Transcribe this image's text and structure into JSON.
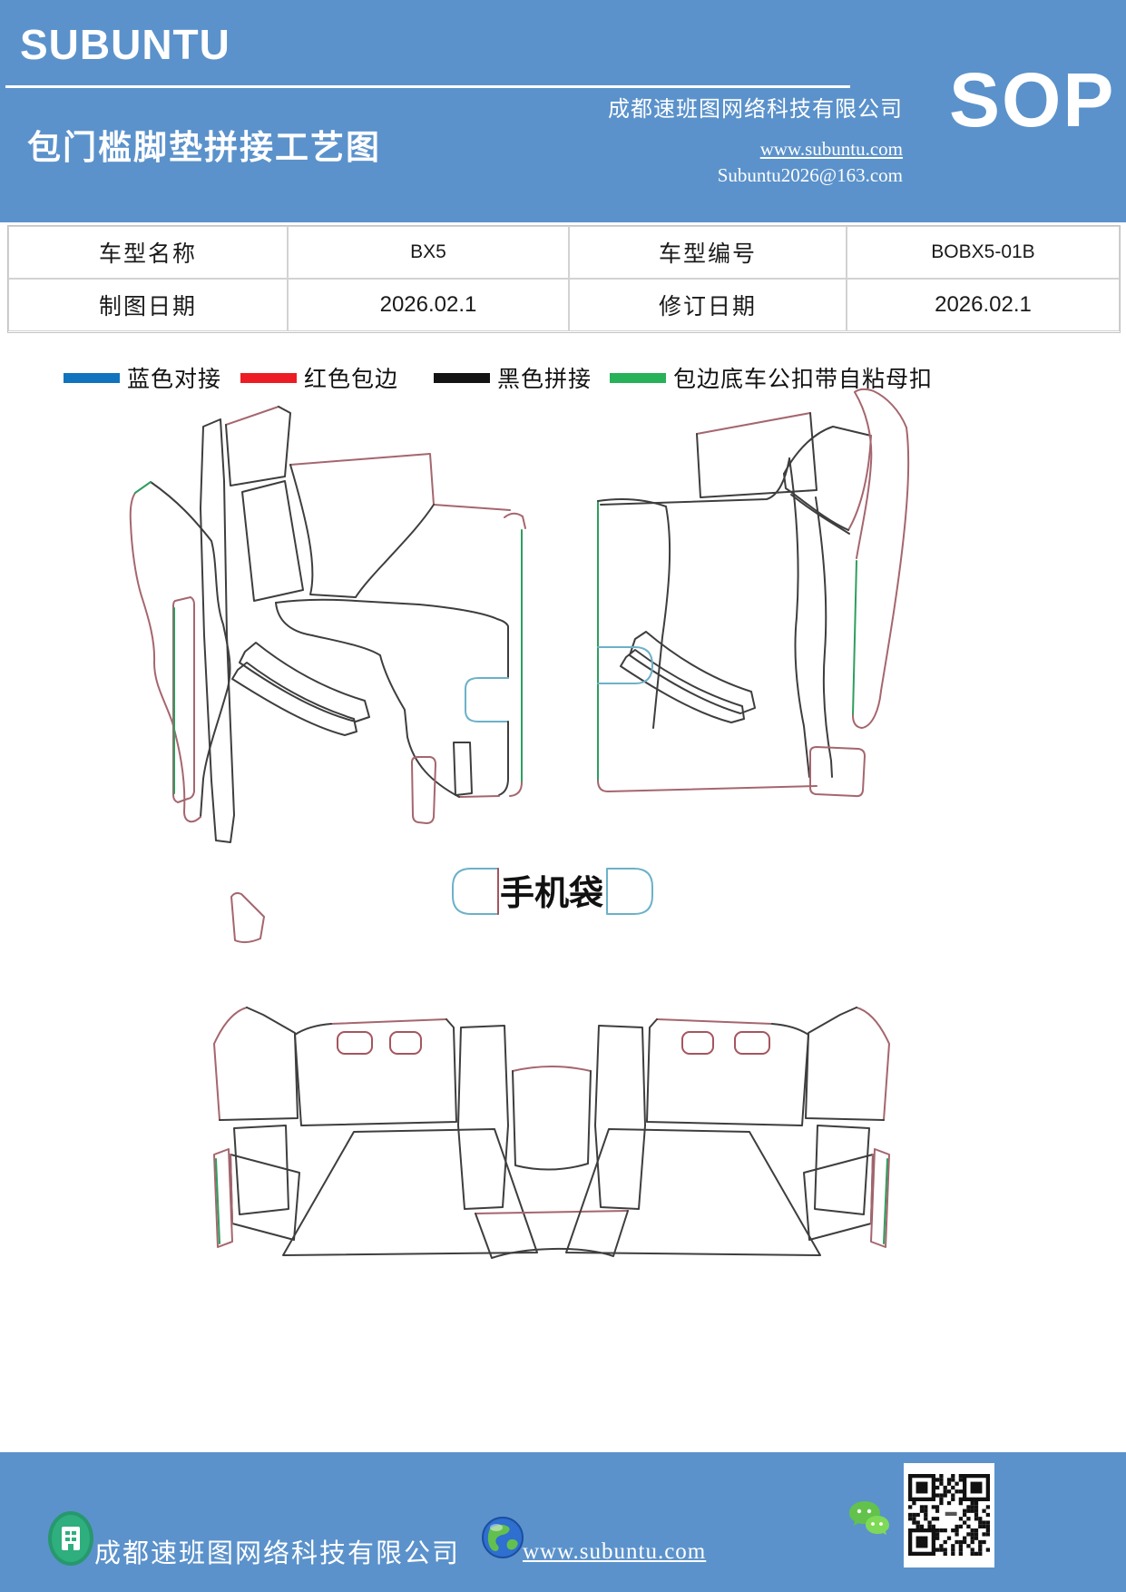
{
  "header": {
    "logo_text": "SUBUNTU",
    "doc_title": "包门槛脚垫拼接工艺图",
    "company_name": "成都速班图网络科技有限公司",
    "website": "www.subuntu.com",
    "email": "Subuntu2026@163.com",
    "sop_label": "SOP",
    "band_color": "#5b92cb"
  },
  "info_table": {
    "rows": [
      {
        "c0": "车型名称",
        "c1": "BX5",
        "c2": "车型编号",
        "c3": "BOBX5-01B"
      },
      {
        "c0": "制图日期",
        "c1": "2026.02.1",
        "c2": "修订日期",
        "c3": "2026.02.1"
      }
    ]
  },
  "legend": {
    "items": [
      {
        "label": "蓝色对接",
        "color": "#1173bd"
      },
      {
        "label": "红色包边",
        "color": "#ed1c24"
      },
      {
        "label": "黑色拼接",
        "color": "#141414"
      },
      {
        "label": "包边底车公扣带自粘母扣",
        "color": "#27b159"
      }
    ]
  },
  "diagram": {
    "phone_bag_label": "手机袋",
    "stroke_colors": {
      "red_edging": "#a5666e",
      "black_stitch": "#3e3e3e",
      "green_snap_edge": "#2f9e5f",
      "blue_joint": "#6cb1c9"
    }
  },
  "footer": {
    "company_name": "成都速班图网络科技有限公司",
    "website": "www.subuntu.com",
    "icons": [
      "building-icon",
      "globe-icon",
      "wechat-icon",
      "qr-code"
    ]
  }
}
